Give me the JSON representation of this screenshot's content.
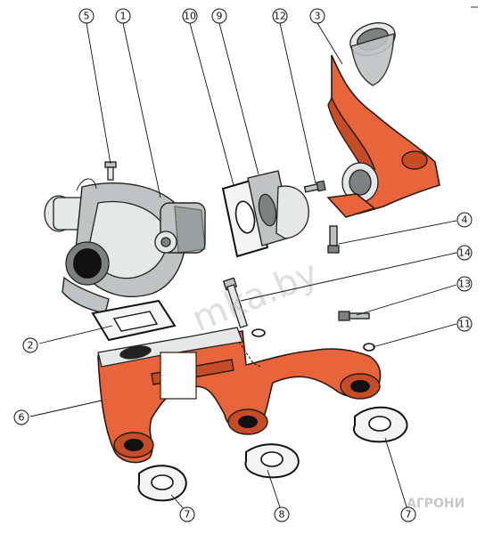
{
  "callouts": [
    {
      "label": "5"
    },
    {
      "label": "1"
    },
    {
      "label": "10"
    },
    {
      "label": "9"
    },
    {
      "label": "12"
    },
    {
      "label": "3"
    },
    {
      "label": "4"
    },
    {
      "label": "14"
    },
    {
      "label": "13"
    },
    {
      "label": "11"
    },
    {
      "label": "2"
    },
    {
      "label": "6"
    },
    {
      "label": "7"
    },
    {
      "label": "8"
    },
    {
      "label": "7"
    }
  ],
  "watermark": {
    "text": "mka.by"
  },
  "logo": {
    "text": "АГРОНИ"
  },
  "colors": {
    "orange": "#e8643a",
    "steel": "#bfc3c3",
    "ink": "#111111"
  }
}
